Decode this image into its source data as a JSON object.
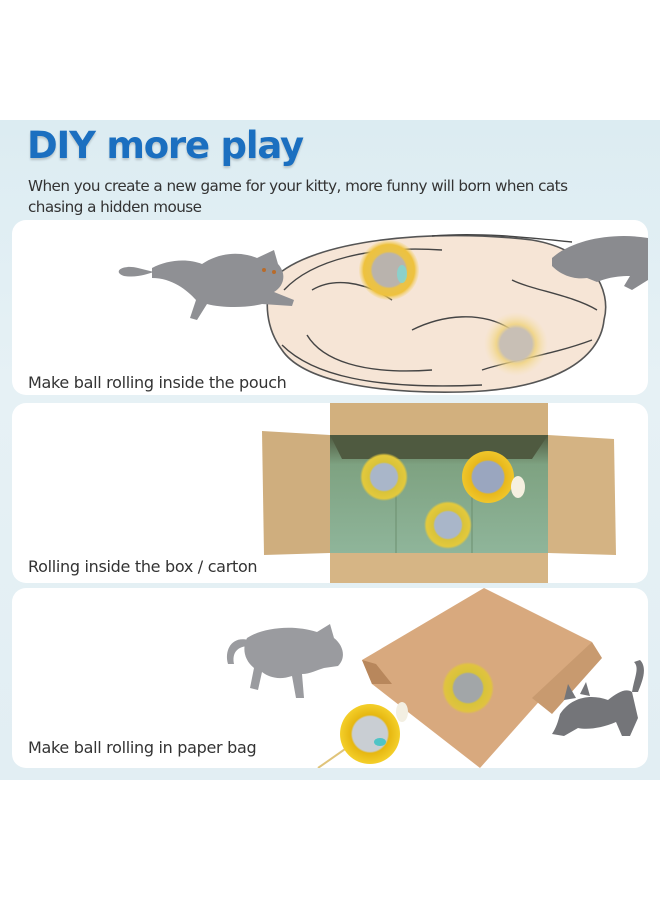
{
  "banner": {
    "title": "DIY more play",
    "subtitle": "When you create a new game for your kitty, more funny will born when cats chasing a hidden mouse",
    "colors": {
      "title": "#1b6fc0",
      "background": "#e2eef3",
      "panel": "#ffffff",
      "text": "#333333"
    }
  },
  "panels": [
    {
      "caption": "Make ball rolling inside the pouch",
      "illustration": "two gray cats playing with a fabric pouch containing rolling yellow plush balls"
    },
    {
      "caption": "Rolling inside the box / carton",
      "illustration": "open cardboard box viewed from above with three yellow plush balls rolling inside"
    },
    {
      "caption": "Make ball rolling in paper bag",
      "illustration": "two gray cats near a brown paper bag with a yellow plush ball rolling inside and one outside"
    }
  ]
}
